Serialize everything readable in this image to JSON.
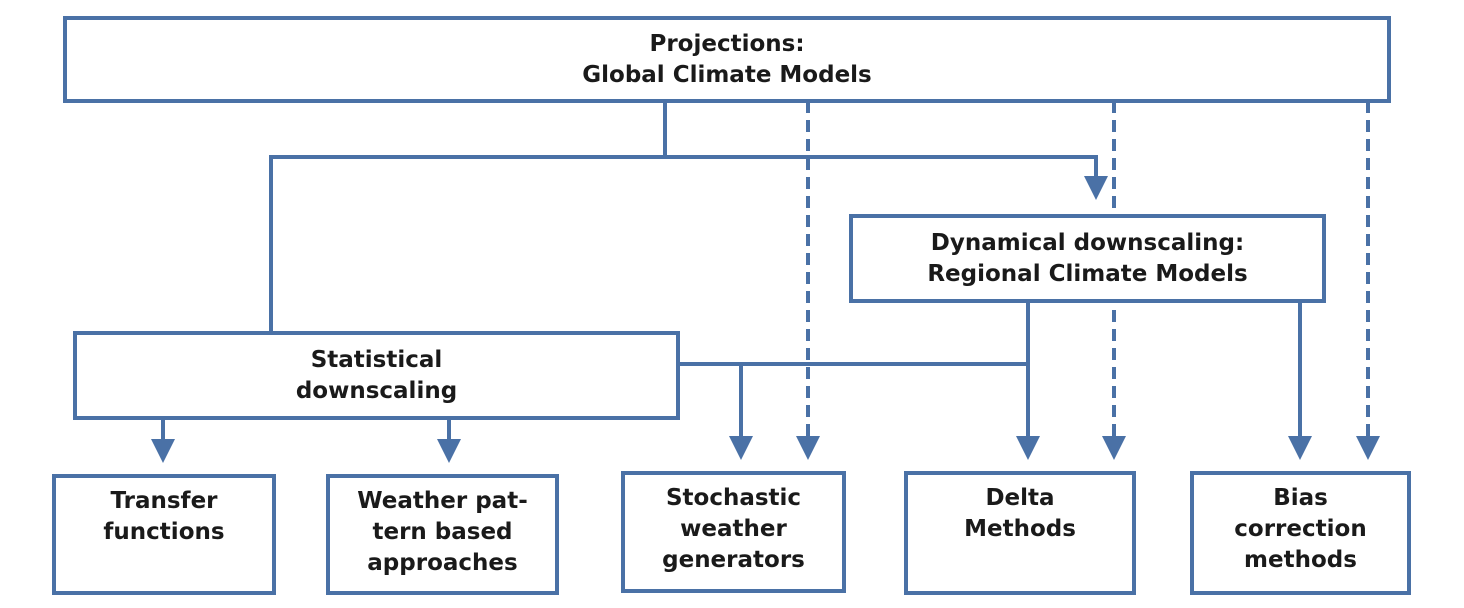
{
  "nodes": {
    "gcm": {
      "line1": "Projections:",
      "line2": "Global Climate Models"
    },
    "rcm": {
      "line1": "Dynamical downscaling:",
      "line2": "Regional Climate Models"
    },
    "statistical": {
      "line1": "Statistical",
      "line2": "downscaling"
    },
    "transfer": {
      "line1": "Transfer",
      "line2": "functions"
    },
    "weather_pattern": {
      "line1": "Weather pat-",
      "line2": "tern based",
      "line3": "approaches"
    },
    "stochastic": {
      "line1": "Stochastic",
      "line2": "weather",
      "line3": "generators"
    },
    "delta": {
      "line1": "Delta",
      "line2": "Methods"
    },
    "bias": {
      "line1": "Bias",
      "line2": "correction",
      "line3": "methods"
    }
  },
  "colors": {
    "line": "#4a71a6",
    "box_border": "#4a71a6",
    "text": "#1a1a1a"
  }
}
